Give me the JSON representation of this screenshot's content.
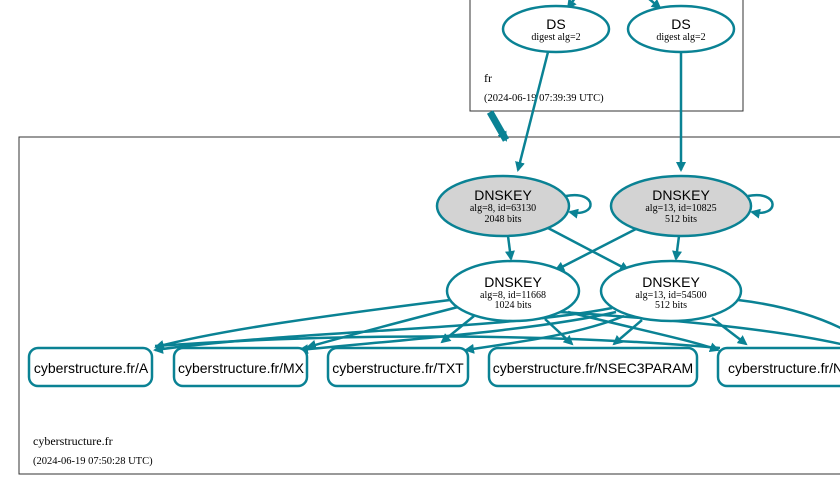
{
  "colors": {
    "edge": "#0a8294",
    "ksk_fill": "#d3d3d3",
    "zone_border": "#333333"
  },
  "parent_zone": {
    "name": "fr",
    "timestamp": "(2024-06-19 07:39:39 UTC)",
    "ds_records": [
      {
        "title": "DS",
        "detail": "digest alg=2"
      },
      {
        "title": "DS",
        "detail": "digest alg=2"
      }
    ]
  },
  "zone": {
    "name": "cyberstructure.fr",
    "timestamp": "(2024-06-19 07:50:28 UTC)",
    "ksk": [
      {
        "title": "DNSKEY",
        "detail": "alg=8, id=63130",
        "size": "2048 bits"
      },
      {
        "title": "DNSKEY",
        "detail": "alg=13, id=10825",
        "size": "512 bits"
      }
    ],
    "zsk": [
      {
        "title": "DNSKEY",
        "detail": "alg=8, id=11668",
        "size": "1024 bits"
      },
      {
        "title": "DNSKEY",
        "detail": "alg=13, id=54500",
        "size": "512 bits"
      }
    ],
    "rrsets": [
      {
        "label": "cyberstructure.fr/A"
      },
      {
        "label": "cyberstructure.fr/MX"
      },
      {
        "label": "cyberstructure.fr/TXT"
      },
      {
        "label": "cyberstructure.fr/NSEC3PARAM"
      },
      {
        "label": "cyberstructure.fr/NS"
      }
    ]
  }
}
